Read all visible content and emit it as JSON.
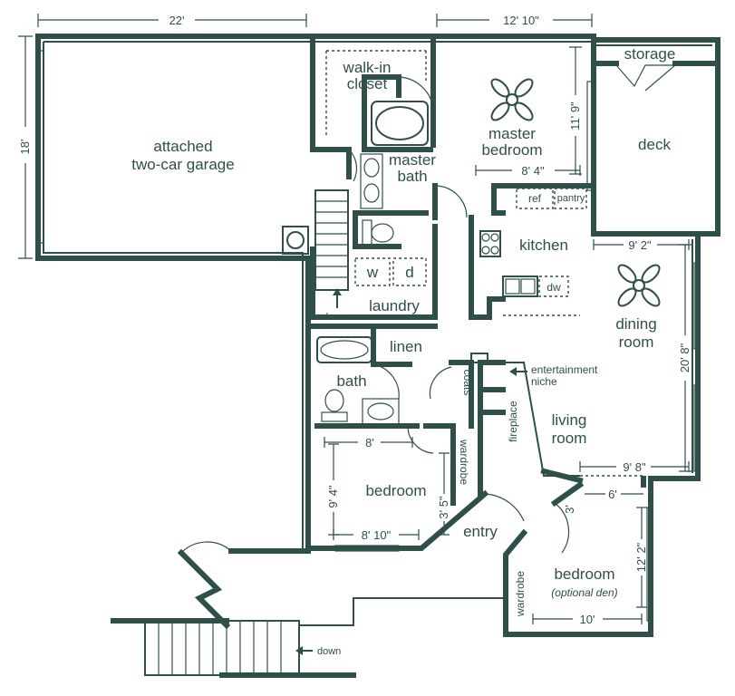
{
  "rooms": {
    "garage": [
      "attached",
      "two-car garage"
    ],
    "walkin": [
      "walk-in",
      "closet"
    ],
    "master_bath": [
      "master",
      "bath"
    ],
    "master_bedroom": [
      "master",
      "bedroom"
    ],
    "storage": "storage",
    "deck": "deck",
    "kitchen": "kitchen",
    "dining": [
      "dining",
      "room"
    ],
    "laundry": "laundry",
    "linen": "linen",
    "bath": "bath",
    "coats": "coats",
    "wardrobe": "wardrobe",
    "fireplace": "fireplace",
    "entertainment": [
      "entertainment",
      "niche"
    ],
    "living": [
      "living",
      "room"
    ],
    "bedroom": "bedroom",
    "entry": "entry",
    "bedroom2": "bedroom",
    "bedroom2_note": "(optional den)",
    "wardrobe2": "wardrobe"
  },
  "appliances": {
    "w": "w",
    "d": "d",
    "ref": "ref",
    "pantry": "pantry",
    "dw": "dw"
  },
  "stairs": {
    "down1": "down",
    "down2": "down"
  },
  "dims": {
    "garage_w": "22'",
    "garage_h": "18'",
    "master_w": "12' 10\"",
    "master_h": "11' 9\"",
    "master_w2": "8' 4\"",
    "dining_w": "9' 2\"",
    "dining_h": "20' 8\"",
    "living_w": "9' 8\"",
    "bed_w": "8'",
    "bed_h": "9' 4\"",
    "bed_w2": "8' 10\"",
    "bed_d": "3' 5\"",
    "bed2_w": "6'",
    "bed2_d": "3'",
    "bed2_h": "12' 2\"",
    "bed2_w2": "10'"
  }
}
